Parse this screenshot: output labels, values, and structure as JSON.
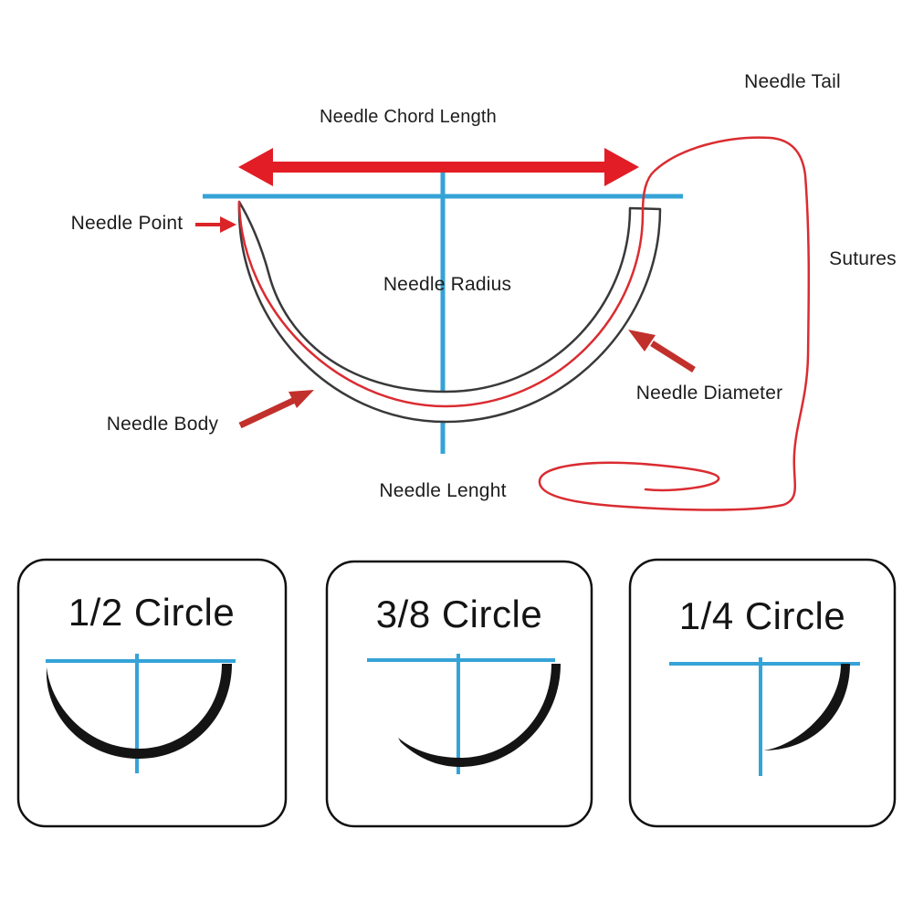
{
  "diagram": {
    "title_context": "Surgical needle anatomy diagram",
    "labels": {
      "needle_tail": "Needle Tail",
      "needle_chord_length": "Needle Chord Length",
      "needle_point": "Needle Point",
      "needle_radius": "Needle Radius",
      "sutures": "Sutures",
      "needle_diameter": "Needle Diameter",
      "needle_body": "Needle Body",
      "needle_length": "Needle Lenght"
    },
    "needle_types": [
      {
        "label": "1/2 Circle",
        "fraction_of_circle": "1/2"
      },
      {
        "label": "3/8 Circle",
        "fraction_of_circle": "3/8"
      },
      {
        "label": "1/4 Circle",
        "fraction_of_circle": "1/4"
      }
    ],
    "colors": {
      "bright_red": "#e21d25",
      "suture_red": "#da2c31",
      "annotation_red": "#c2302c",
      "blue": "#35a3d7",
      "outline_dark": "#39393b",
      "glyph_black": "#141414"
    }
  }
}
